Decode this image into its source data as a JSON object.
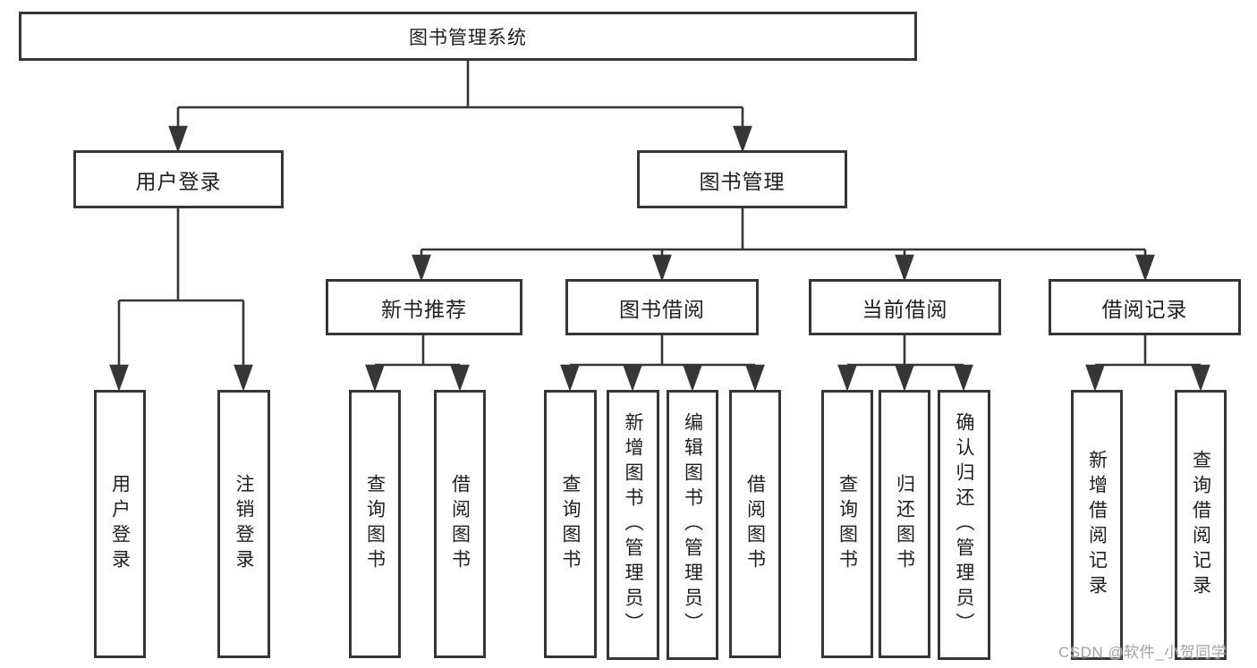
{
  "diagram": {
    "type": "hierarchy-tree",
    "line_color": "#363636",
    "box_border_color": "#363636",
    "text_color": "#1f1f1f",
    "background": "#ffffff",
    "tree": {
      "label": "图书管理系统",
      "children": [
        {
          "label": "用户登录",
          "children": [
            {
              "label": "用户登录"
            },
            {
              "label": "注销登录"
            }
          ]
        },
        {
          "label": "图书管理",
          "children": [
            {
              "label": "新书推荐",
              "children": [
                {
                  "label": "查询图书"
                },
                {
                  "label": "借阅图书"
                }
              ]
            },
            {
              "label": "图书借阅",
              "children": [
                {
                  "label": "查询图书"
                },
                {
                  "label": "新增图书（管理员）"
                },
                {
                  "label": "编辑图书（管理员）"
                },
                {
                  "label": "借阅图书"
                }
              ]
            },
            {
              "label": "当前借阅",
              "children": [
                {
                  "label": "查询图书"
                },
                {
                  "label": "归还图书"
                },
                {
                  "label": "确认归还（管理员）"
                }
              ]
            },
            {
              "label": "借阅记录",
              "children": [
                {
                  "label": "新增借阅记录"
                },
                {
                  "label": "查询借阅记录"
                }
              ]
            }
          ]
        }
      ]
    },
    "watermark": "CSDN @软件_小贺同学"
  }
}
